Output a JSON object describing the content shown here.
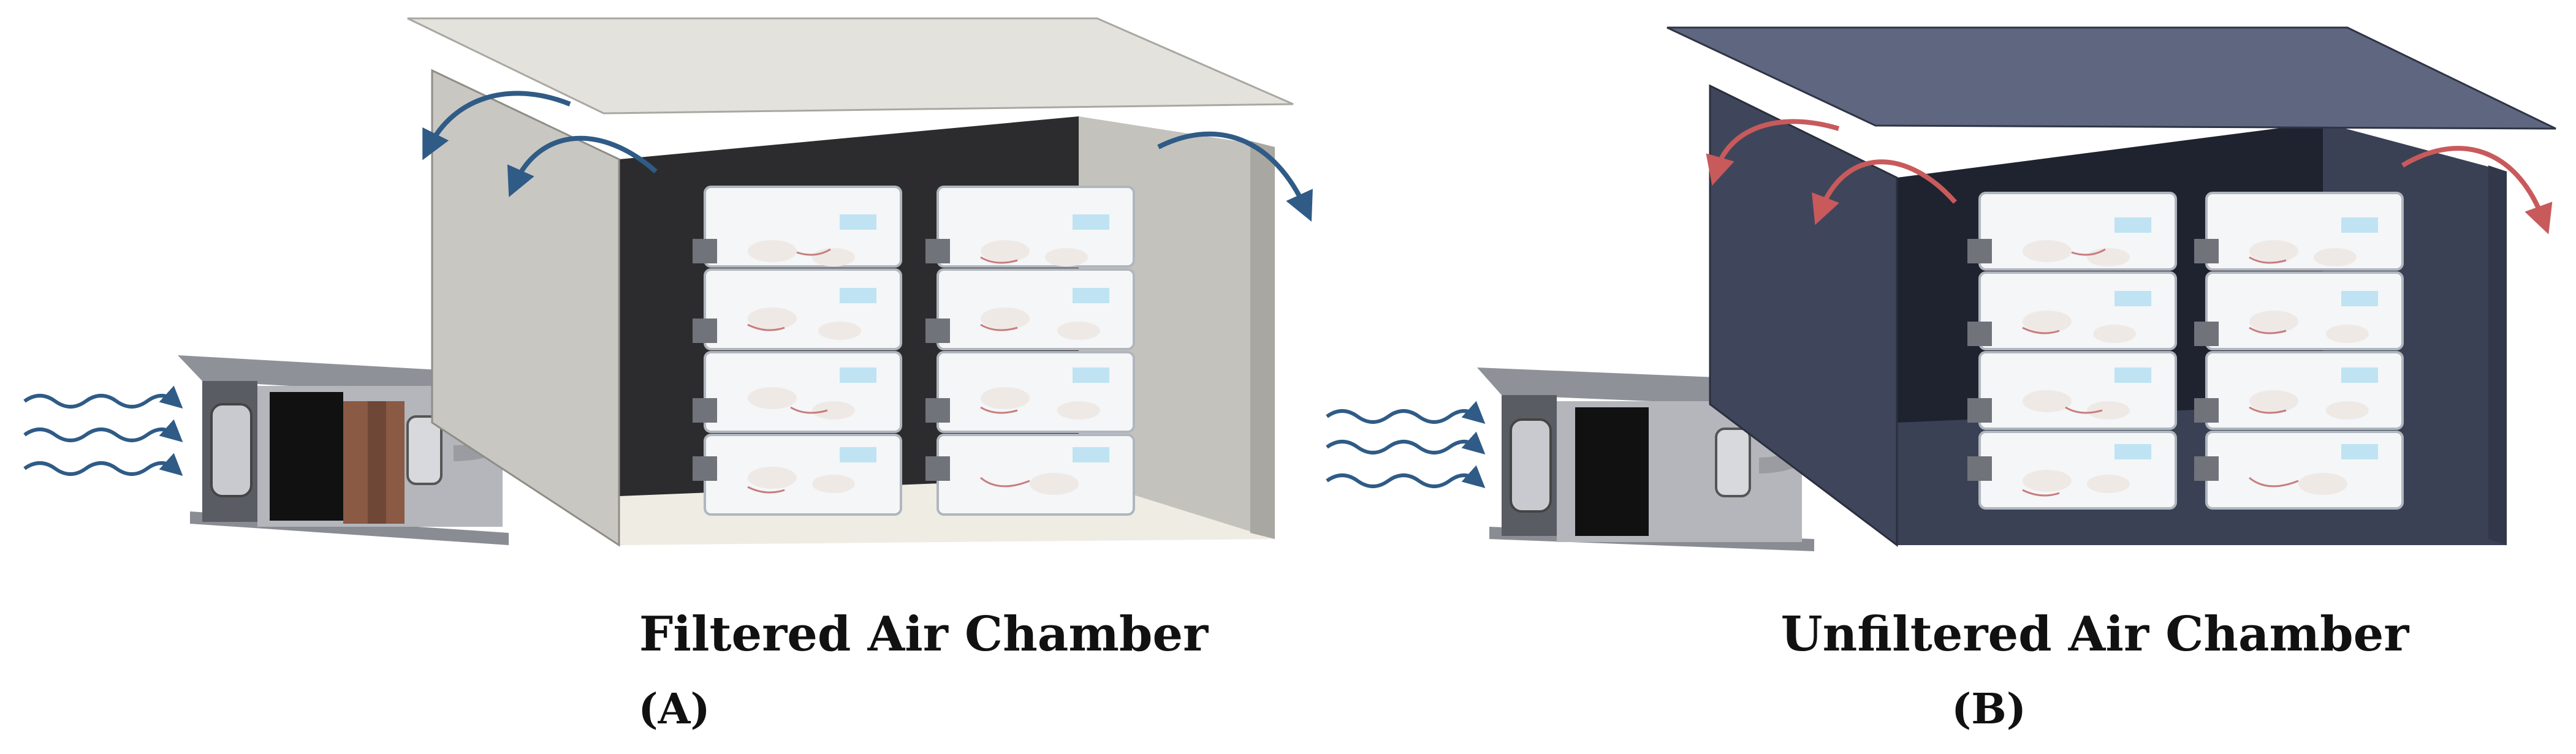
{
  "panels": [
    {
      "id": "A",
      "title": "Filtered Air Chamber",
      "label_letter": "A",
      "chamber_color": "#c9c7c1",
      "chamber_dark": "#a9a7a1",
      "chamber_lid": "#e4e2dc",
      "chamber_interior": "#2c2c2e",
      "chamber_floor": "#efece4",
      "arrow_color": "#2f5b86",
      "has_filter": true
    },
    {
      "id": "B",
      "title": "Unfiltered Air Chamber",
      "label_letter": "B",
      "chamber_color": "#3f465b",
      "chamber_dark": "#323849",
      "chamber_lid": "#5f6780",
      "chamber_interior": "#1f2330",
      "chamber_floor": "#3a4155",
      "arrow_color": "#c85a5c",
      "has_filter": false
    }
  ],
  "colors": {
    "inflow_arrow": "#2f5b86",
    "fan_box": "#7d7f86",
    "fan_box_dark": "#4e5058",
    "filter_brown": "#8a5a44",
    "cage": "#f4f6f8",
    "cage_water": "#bfe3f2",
    "mouse": "#efe9e6",
    "mouse_tail": "#c87c7c"
  },
  "icons": [
    "fan-icon",
    "filter-icon",
    "mouse-cage-icon",
    "airflow-arrow-icon"
  ]
}
